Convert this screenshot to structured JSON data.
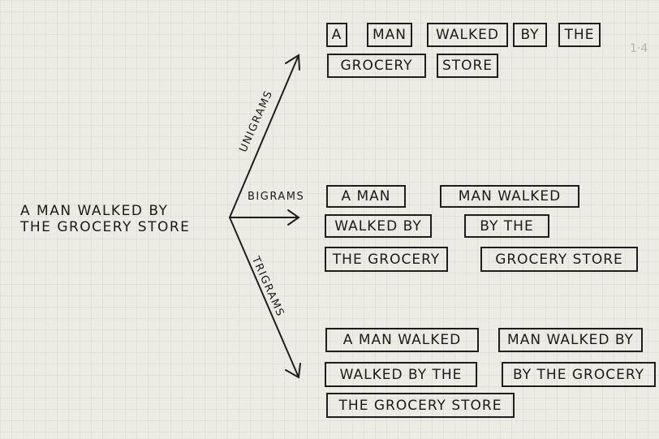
{
  "source_sentence": {
    "line1": "A MAN WALKED BY",
    "line2": "THE GROCERY STORE"
  },
  "page_number": "1·4",
  "branches": {
    "unigrams": {
      "label": "UNIGRAMS",
      "items": [
        "A",
        "MAN",
        "WALKED",
        "BY",
        "THE",
        "GROCERY",
        "STORE"
      ]
    },
    "bigrams": {
      "label": "BIGRAMS",
      "items": [
        "A MAN",
        "MAN WALKED",
        "WALKED BY",
        "BY THE",
        "THE GROCERY",
        "GROCERY STORE"
      ]
    },
    "trigrams": {
      "label": "TRIGRAMS",
      "items": [
        "A MAN WALKED",
        "MAN WALKED BY",
        "WALKED BY THE",
        "BY THE GROCERY",
        "THE GROCERY STORE"
      ]
    }
  },
  "colors": {
    "ink": "#1e1e1e",
    "paper": "#ecebe4"
  }
}
